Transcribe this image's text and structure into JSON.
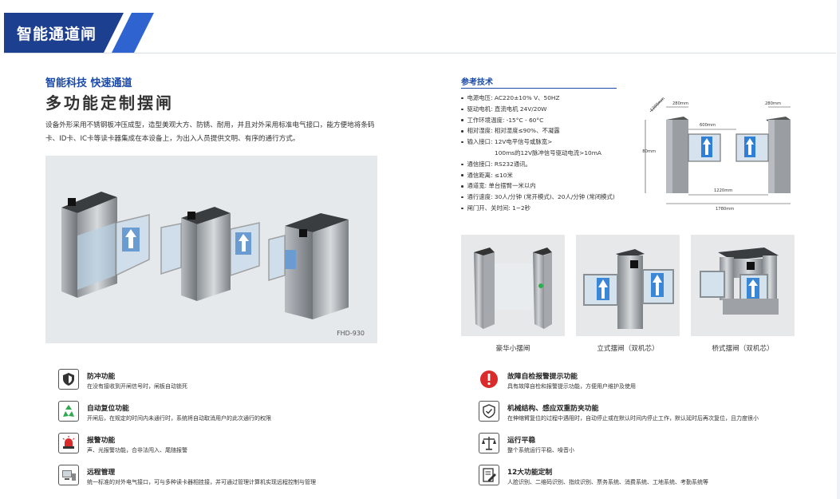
{
  "header": {
    "title": "智能通道闸"
  },
  "intro": {
    "subtitle": "智能科技 快速通道",
    "title": "多功能定制摆闸",
    "description": "设备外形采用不锈钢板冲压成型，造型美观大方、防锈、耐用，并且对外采用标准电气接口，能方便地将条码卡、ID卡、IC卡等读卡器集成在本设备上，为出入人员提供文明、有序的通行方式。"
  },
  "hero": {
    "model": "FHD-930"
  },
  "specs": {
    "title": "参考技术",
    "items": [
      "电源电压: AC220±10% V、50HZ",
      "驱动电机: 直流电机 24V/20W",
      "工作环境温度: -15°C - 60°C",
      "相对湿度: 相对湿度≤90%、不凝露",
      "输入接口: 12V电平信号或脉宽>",
      "100ms的12V脉冲信号驱动电流>10mA",
      "通信接口: RS232通讯。",
      "通信距离: ≤10米",
      "通道宽: 单台摆臂一米以内",
      "通行速度: 30人/分钟 (常开模式)、20人/分钟 (常闭模式)",
      "闸门开、关时间: 1~2秒"
    ]
  },
  "dimensions": {
    "d1": "1200mm",
    "d2": "280mm",
    "d3": "280mm",
    "d4": "600mm",
    "d5": "980mm",
    "d6": "1220mm",
    "d7": "1780mm"
  },
  "photos": [
    {
      "label": "豪华小摆闸"
    },
    {
      "label": "立式摆闸（双机芯）"
    },
    {
      "label": "桥式摆闸（双机芯）"
    }
  ],
  "features": [
    {
      "icon": "shield-icon",
      "title": "防冲功能",
      "desc": "在没有接收到开闸信号时，闸板自动锁死"
    },
    {
      "icon": "recycle-icon",
      "title": "自动复位功能",
      "desc": "开闸后，在规定的时间内未通行时，系统将自动取消用户的此次通行的权限"
    },
    {
      "icon": "alarm-light-icon",
      "title": "报警功能",
      "desc": "声、光报警功能，合非法闯入、尾随报警"
    },
    {
      "icon": "remote-management-icon",
      "title": "远程管理",
      "desc": "统一标准的对外电气接口，可与多种读卡器相挂接，并可通过管理计算机实现远程控制与管理"
    },
    {
      "icon": "warning-icon",
      "title": "故障自检报警提示功能",
      "desc": "具有故障自检和报警提示功能，方便用户维护及使用"
    },
    {
      "icon": "safety-shield-icon",
      "title": "机械结构、感应双重防夹功能",
      "desc": "在伸缩臂复位的过程中遇阻时，自动停止或在默认时间内停止工作，默认延时后再次复位，且力度很小"
    },
    {
      "icon": "balance-scale-icon",
      "title": "运行平稳",
      "desc": "整个系统运行平稳、噪音小"
    },
    {
      "icon": "edit-form-icon",
      "title": "12大功能定制",
      "desc": "人脸识别、二维码识别、指纹识别、票务系统、消费系统、工地系统、考勤系统等"
    }
  ],
  "colors": {
    "brand": "#1b4aa8",
    "banner_dark": "#1d3f8f",
    "banner_light": "#2e63d0"
  }
}
